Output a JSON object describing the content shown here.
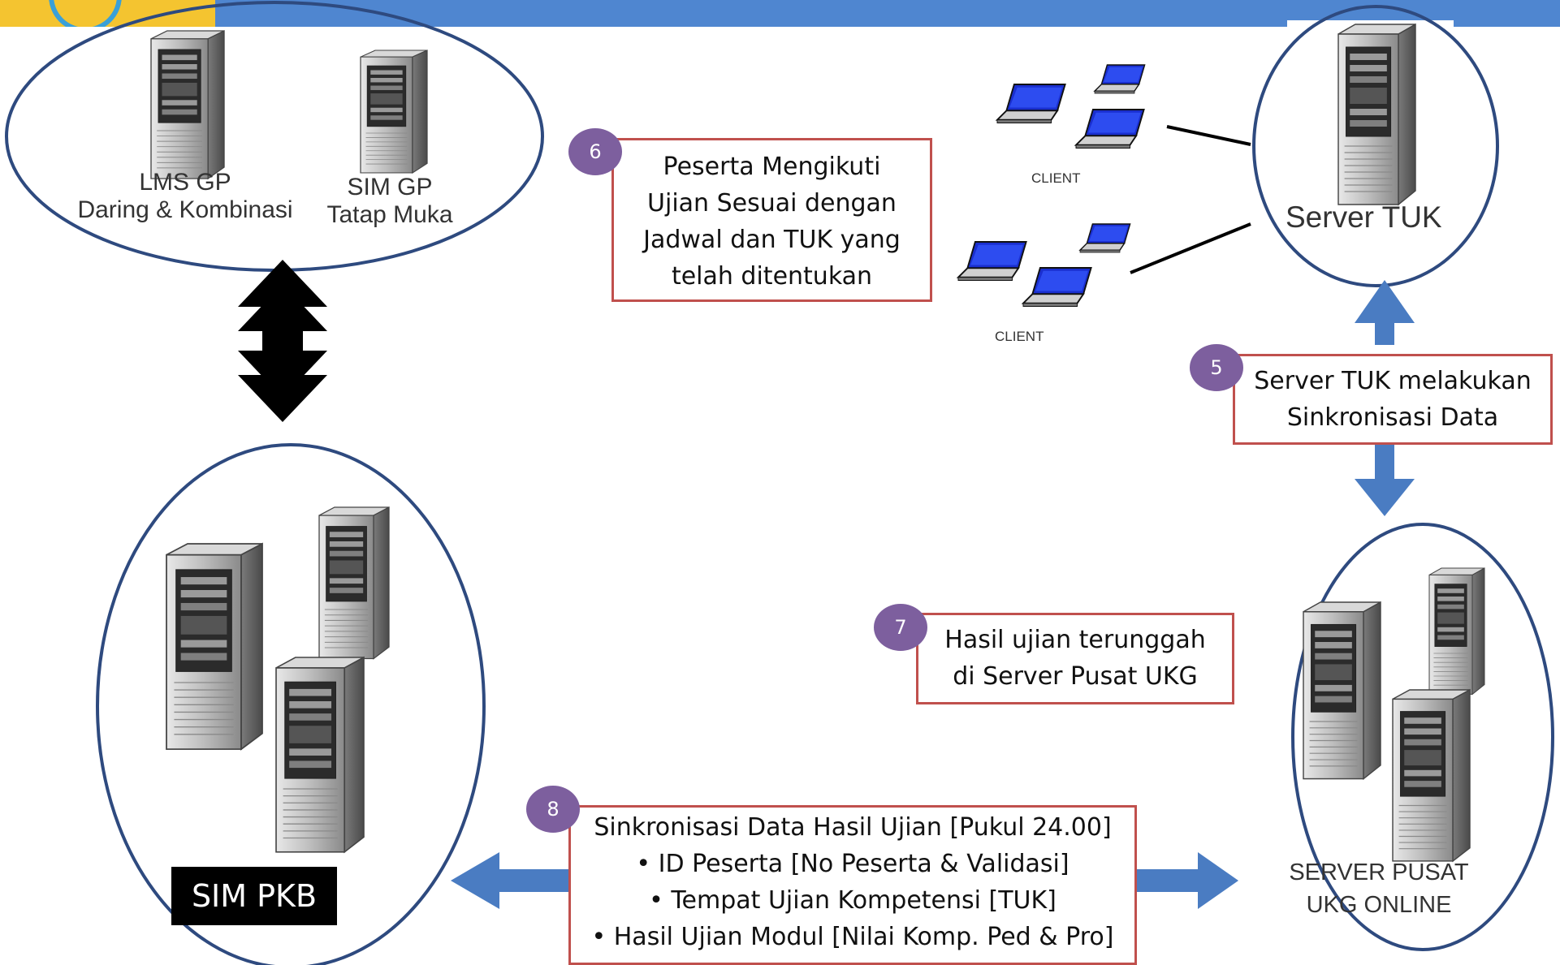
{
  "lms": {
    "title": "LMS GP",
    "subtitle": "Daring & Kombinasi"
  },
  "sim_gp": {
    "title": "SIM GP",
    "subtitle": "Tatap Muka"
  },
  "server_tuk": {
    "label": "Server TUK"
  },
  "clients": {
    "top_label": "CLIENT",
    "bottom_label": "CLIENT"
  },
  "server_pusat": {
    "line1": "SERVER PUSAT",
    "line2": "UKG ONLINE"
  },
  "sim_pkb": {
    "label": "SIM PKB"
  },
  "steps": {
    "s5": {
      "badge": "5",
      "lines": [
        "Server TUK melakukan",
        "Sinkronisasi Data"
      ]
    },
    "s6": {
      "badge": "6",
      "lines": [
        "Peserta Mengikuti",
        "Ujian Sesuai dengan",
        "Jadwal dan TUK yang",
        "telah ditentukan"
      ]
    },
    "s7": {
      "badge": "7",
      "lines": [
        "Hasil ujian terunggah",
        "di Server Pusat UKG"
      ]
    },
    "s8": {
      "badge": "8",
      "title": "Sinkronisasi Data Hasil Ujian [Pukul 24.00]",
      "bullets": [
        "ID Peserta [No Peserta & Validasi]",
        "Tempat Ujian Kompetensi [TUK]",
        "Hasil Ujian Modul [Nilai Komp. Ped & Pro]"
      ]
    }
  },
  "colors": {
    "ellipse": "#2e4a7f",
    "arrow_blue": "#4a7cc2",
    "box_border": "#c0504d",
    "badge": "#7d5f9e",
    "topbar": "#4f86d0"
  }
}
